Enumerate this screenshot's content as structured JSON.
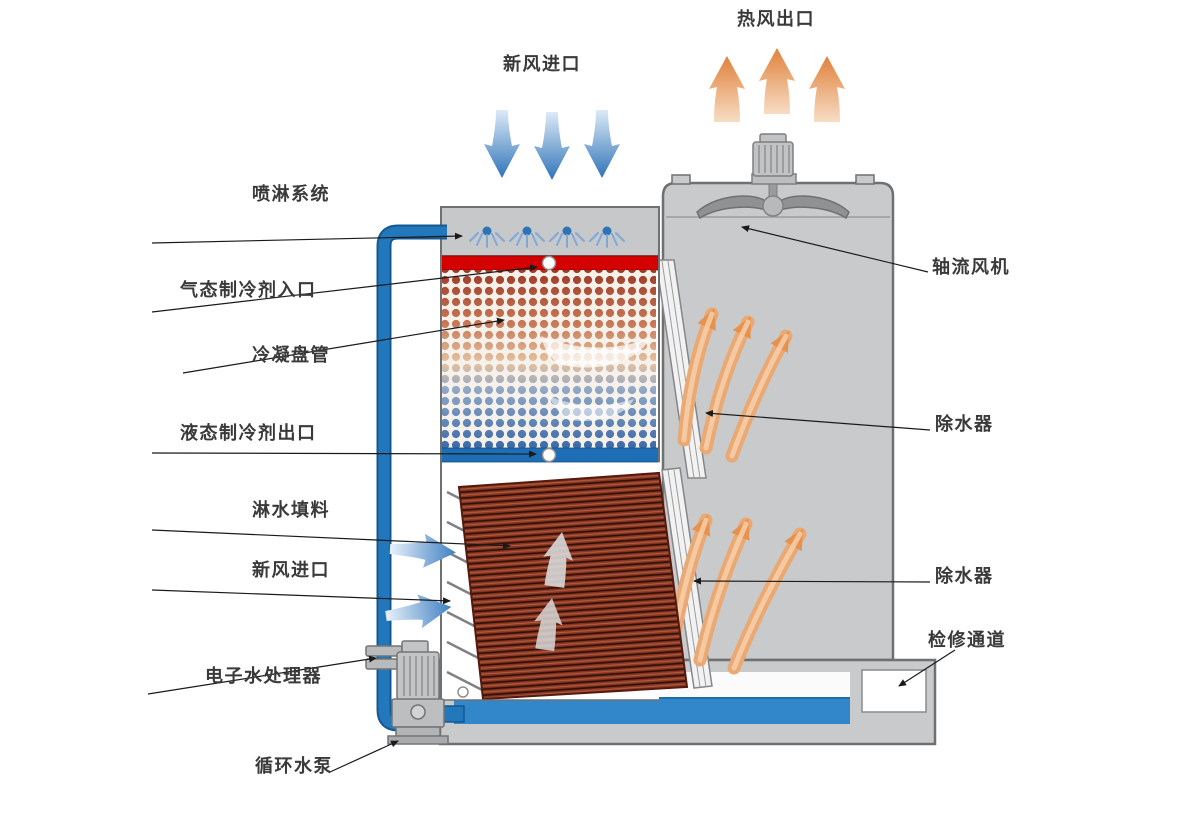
{
  "labels": {
    "hot_air_outlet": "热风出口",
    "fresh_air_inlet_top": "新风进口",
    "spray_system": "喷淋系统",
    "gas_refrigerant_inlet": "气态制冷剂入口",
    "condenser_coil": "冷凝盘管",
    "liquid_refrigerant_outlet": "液态制冷剂出口",
    "spray_fill": "淋水填料",
    "fresh_air_inlet_side": "新风进口",
    "electronic_water_treater": "电子水处理器",
    "circulating_pump": "循环水泵",
    "axial_fan": "轴流风机",
    "drift_eliminator_upper": "除水器",
    "drift_eliminator_lower": "除水器",
    "service_access": "检修通道"
  },
  "colors": {
    "hot_air": "#e0813c",
    "fresh_air": "#2f74b8",
    "pipe": "#2377bb",
    "pipe_dark": "#135a92",
    "coil_hot": "#9c3a28",
    "coil_cold": "#3c6aa8",
    "refrigerant_in_bar": "#d40000",
    "refrigerant_out_bar": "#1f6eb5",
    "water": "#3187c9",
    "structure": "#c9cacb"
  }
}
